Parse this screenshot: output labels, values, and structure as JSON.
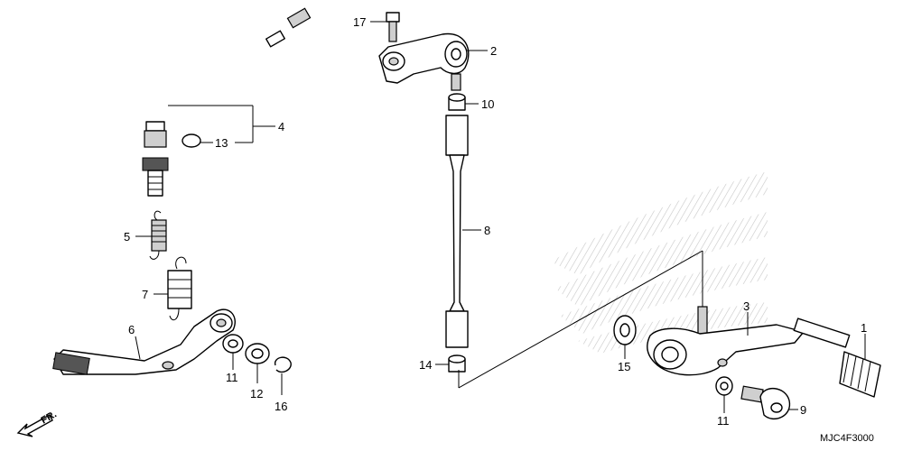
{
  "diagram": {
    "code": "MJC4F3000",
    "direction": "FR.",
    "callouts": [
      {
        "id": "c1",
        "text": "1"
      },
      {
        "id": "c2",
        "text": "2"
      },
      {
        "id": "c3",
        "text": "3"
      },
      {
        "id": "c4",
        "text": "4"
      },
      {
        "id": "c5",
        "text": "5"
      },
      {
        "id": "c6",
        "text": "6"
      },
      {
        "id": "c7",
        "text": "7"
      },
      {
        "id": "c8",
        "text": "8"
      },
      {
        "id": "c9",
        "text": "9"
      },
      {
        "id": "c10",
        "text": "10"
      },
      {
        "id": "c11a",
        "text": "11"
      },
      {
        "id": "c11b",
        "text": "11"
      },
      {
        "id": "c12",
        "text": "12"
      },
      {
        "id": "c13",
        "text": "13"
      },
      {
        "id": "c14",
        "text": "14"
      },
      {
        "id": "c15",
        "text": "15"
      },
      {
        "id": "c16",
        "text": "16"
      },
      {
        "id": "c17",
        "text": "17"
      }
    ]
  }
}
